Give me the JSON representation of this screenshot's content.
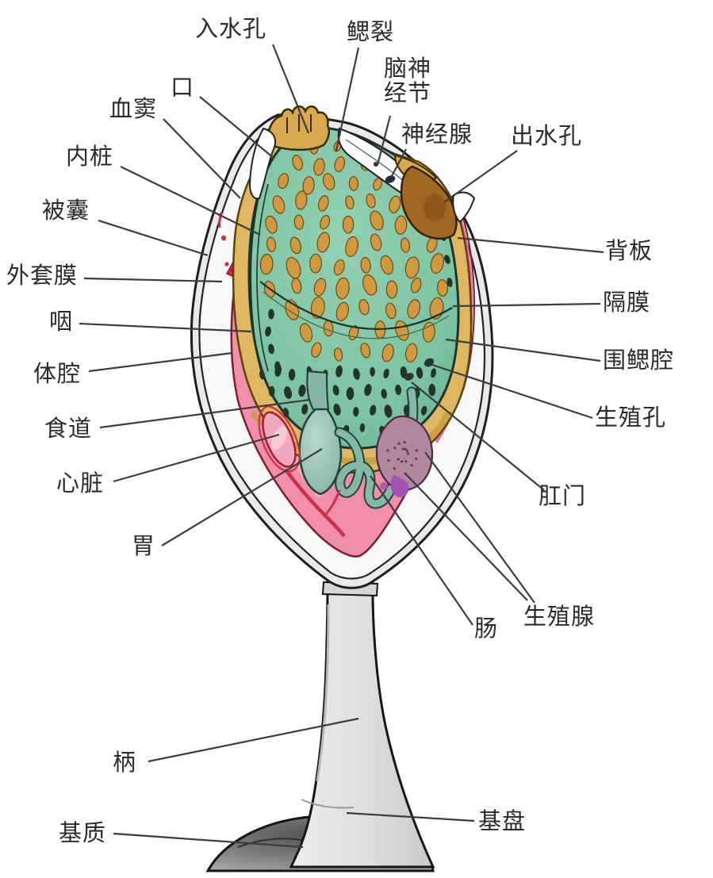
{
  "figure_labels": [
    {
      "id": "incurrent-siphon",
      "text": "入水孔"
    },
    {
      "id": "gill-slit",
      "text": "鳃裂"
    },
    {
      "id": "cerebral-ganglion",
      "text": "脑神经节"
    },
    {
      "id": "neural-gland",
      "text": "神经腺"
    },
    {
      "id": "excurrent-siphon",
      "text": "出水孔"
    },
    {
      "id": "mouth",
      "text": "口"
    },
    {
      "id": "blood-sinus",
      "text": "血窦"
    },
    {
      "id": "endostyle",
      "text": "内桩"
    },
    {
      "id": "tunic",
      "text": "被囊"
    },
    {
      "id": "mantle",
      "text": "外套膜"
    },
    {
      "id": "pharynx",
      "text": "咽"
    },
    {
      "id": "coelom",
      "text": "体腔"
    },
    {
      "id": "esophagus",
      "text": "食道"
    },
    {
      "id": "heart",
      "text": "心脏"
    },
    {
      "id": "stomach",
      "text": "胃"
    },
    {
      "id": "stalk",
      "text": "柄"
    },
    {
      "id": "substrate",
      "text": "基质"
    },
    {
      "id": "dorsal-lamina",
      "text": "背板"
    },
    {
      "id": "septum",
      "text": "隔膜"
    },
    {
      "id": "atrial-cavity",
      "text": "围鳃腔"
    },
    {
      "id": "genital-pore",
      "text": "生殖孔"
    },
    {
      "id": "anus",
      "text": "肛门"
    },
    {
      "id": "gonad",
      "text": "生殖腺"
    },
    {
      "id": "intestine",
      "text": "肠"
    },
    {
      "id": "basal-disc",
      "text": "基盘"
    }
  ],
  "palette": {
    "tunic_gray": "#eaeaea",
    "outline_dark": "#1f1f1f",
    "coelom_pink": "#f08fa7",
    "atrial_pink": "#ee6f95",
    "pharynx_tan": "#dfb763",
    "branchial_green": "#7cc3a2",
    "stigmata_tan": "#d1993f",
    "stigmata_dark": "#26322c",
    "siphon_brown": "#a26722",
    "blood_red": "#d42e44",
    "organ_teal": "#85b8a6",
    "gonad_mauve": "#b286a0",
    "gonad_purple": "#a84fb5",
    "substrate_gray": "#5c5c5c"
  }
}
